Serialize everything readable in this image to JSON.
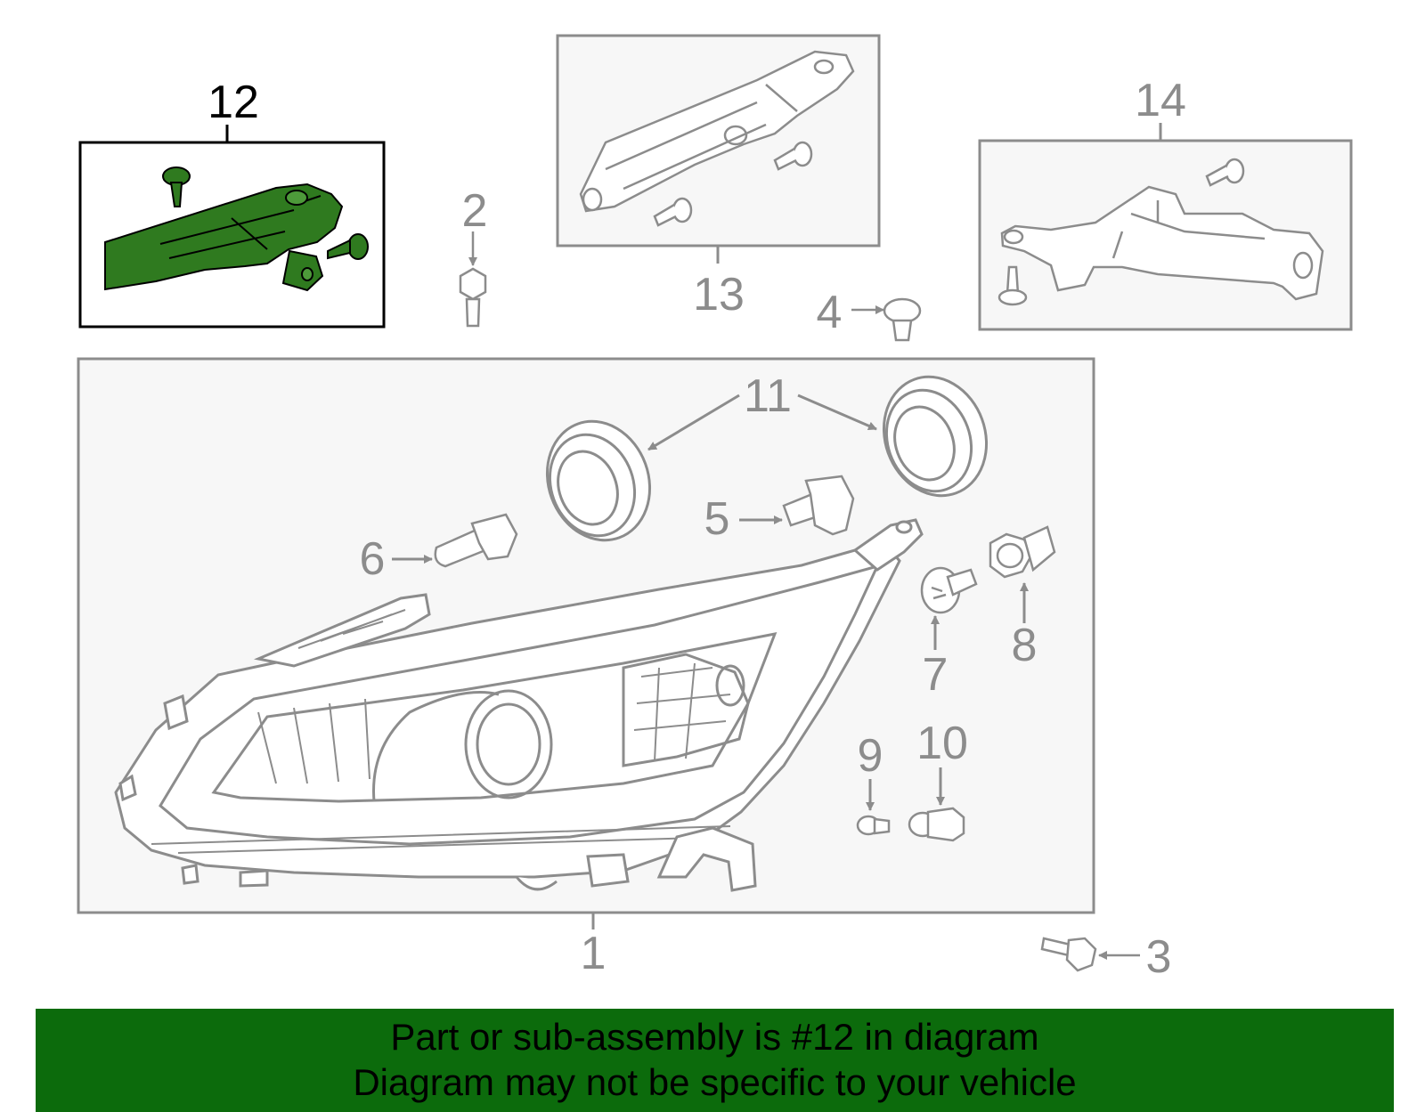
{
  "callouts": {
    "c1": "1",
    "c2": "2",
    "c3": "3",
    "c4": "4",
    "c5": "5",
    "c6": "6",
    "c7": "7",
    "c8": "8",
    "c9": "9",
    "c10": "10",
    "c11": "11",
    "c12": "12",
    "c13": "13",
    "c14": "14"
  },
  "banner": {
    "line1": "Part or sub-assembly is #12 in diagram",
    "line2": "Diagram may not be specific to your vehicle"
  },
  "colors": {
    "line": "#8c8c8c",
    "highlight_fill": "#2f7a1f",
    "highlight_outline": "#000000",
    "banner": "#0c6b0c"
  }
}
